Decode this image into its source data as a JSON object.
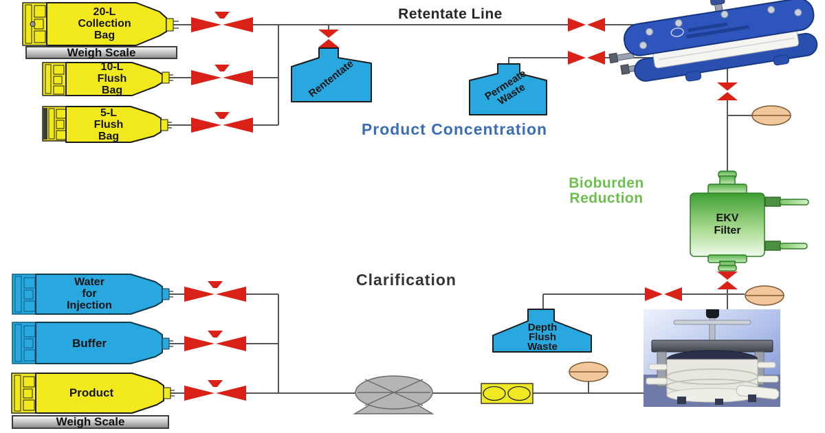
{
  "sections": {
    "retentate_line": "Retentate Line",
    "product_concentration": "Product Concentration",
    "bioburden_reduction": [
      "Bioburden",
      "Reduction"
    ],
    "clarification": "Clarification"
  },
  "bags": [
    {
      "name": "collection-bag-20l",
      "lines": [
        "20-L",
        "Collection",
        "Bag"
      ],
      "fill": "#f2e91c"
    },
    {
      "name": "flush-bag-10l",
      "lines": [
        "10-L",
        "Flush",
        "Bag"
      ],
      "fill": "#f2e91c"
    },
    {
      "name": "flush-bag-5l",
      "lines": [
        "5-L",
        "Flush",
        "Bag"
      ],
      "fill": "#f2e91c"
    },
    {
      "name": "water-for-injection-bag",
      "lines": [
        "Water",
        "for",
        "Injection"
      ],
      "fill": "#29a8e0"
    },
    {
      "name": "buffer-bag",
      "lines": [
        "Buffer"
      ],
      "fill": "#29a8e0"
    },
    {
      "name": "product-bag",
      "lines": [
        "Product"
      ],
      "fill": "#f2e91c"
    }
  ],
  "tanks": [
    {
      "name": "rententate-tank",
      "lines": [
        "Rententate"
      ],
      "fill": "#29a8e0"
    },
    {
      "name": "permeate-waste-tank",
      "lines": [
        "Permeate",
        "Waste"
      ],
      "fill": "#29a8e0"
    },
    {
      "name": "depth-flush-waste-tank",
      "lines": [
        "Depth",
        "Flush",
        "Waste"
      ],
      "fill": "#29a8e0"
    }
  ],
  "equipment": {
    "ekv_filter": {
      "lines": [
        "EKV",
        "Filter"
      ]
    },
    "weigh_scale_top": "Weigh Scale",
    "weigh_scale_bottom": "Weigh Scale"
  },
  "symbols": {
    "valve": "red-bowtie-valve",
    "pressure_sensor": "orange-ellipse-sensor",
    "pump": "centrifugal-pump",
    "flow_sensor": "yellow-dual-circle-flow-sensor",
    "tff_device": "tff-cassette-holder",
    "depth_filter": "depth-filter-housing"
  },
  "colors": {
    "valve_red": "#da2118",
    "bag_yellow": "#f2e91c",
    "process_blue": "#29a8e0",
    "sensor_orange": "#f2c79c",
    "section_blue": "#3a6db5",
    "section_green": "#6cbf4e",
    "ekv_green": "#3f9e33",
    "pump_gray": "#b5b5b5",
    "line_gray": "#565656"
  }
}
